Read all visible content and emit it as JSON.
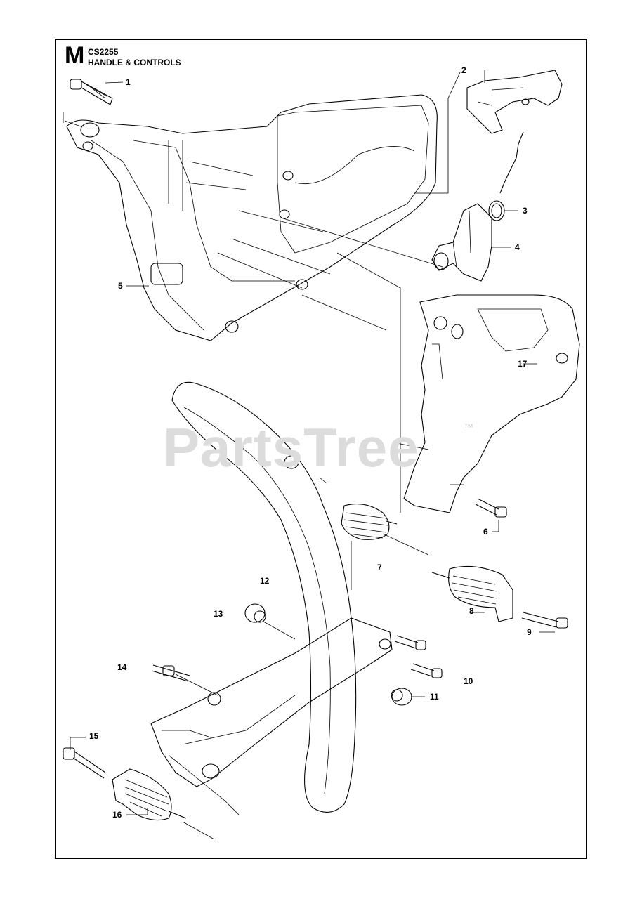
{
  "header": {
    "section_letter": "M",
    "model_code": "CS2255",
    "title": "HANDLE & CONTROLS"
  },
  "watermark": {
    "text": "PartsTree",
    "trademark": "™"
  },
  "callouts": [
    "1",
    "2",
    "3",
    "4",
    "5",
    "6",
    "7",
    "8",
    "9",
    "10",
    "11",
    "12",
    "13",
    "14",
    "15",
    "16",
    "17"
  ],
  "colors": {
    "line": "#000000",
    "watermark": "#dcdcdc",
    "background": "#ffffff"
  }
}
